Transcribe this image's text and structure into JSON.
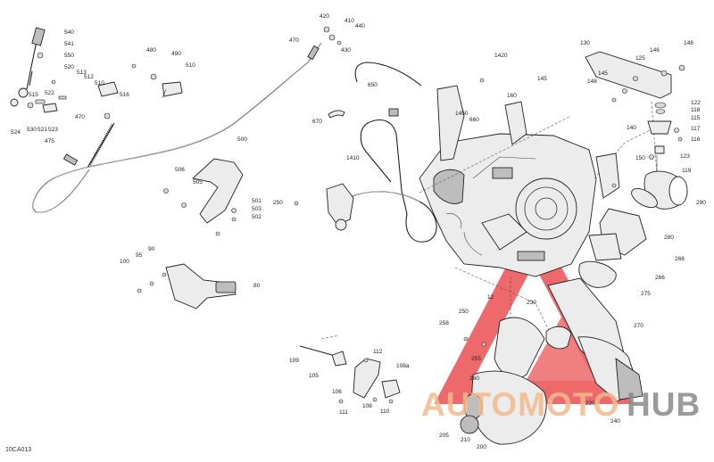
{
  "figure_code": "10CA013",
  "watermark": {
    "left": "AUTOMOTO",
    "right": "HUB",
    "left_color": "#f2ba8c",
    "right_color": "#8a8a8a",
    "logo_color": "#e8373a"
  },
  "callouts": [
    {
      "id": "c540",
      "text": "540"
    },
    {
      "id": "c541",
      "text": "541"
    },
    {
      "id": "c550",
      "text": "550"
    },
    {
      "id": "c520",
      "text": "520"
    },
    {
      "id": "c513",
      "text": "513"
    },
    {
      "id": "c512",
      "text": "512"
    },
    {
      "id": "c510a",
      "text": "510"
    },
    {
      "id": "c522",
      "text": "522"
    },
    {
      "id": "c515",
      "text": "515"
    },
    {
      "id": "c516",
      "text": "516"
    },
    {
      "id": "c470a",
      "text": "470"
    },
    {
      "id": "c524",
      "text": "524"
    },
    {
      "id": "c530",
      "text": "530"
    },
    {
      "id": "c521",
      "text": "521"
    },
    {
      "id": "c523",
      "text": "523"
    },
    {
      "id": "c475",
      "text": "475"
    },
    {
      "id": "c480",
      "text": "480"
    },
    {
      "id": "c490",
      "text": "490"
    },
    {
      "id": "c510b",
      "text": "510"
    },
    {
      "id": "c420",
      "text": "420"
    },
    {
      "id": "c410",
      "text": "410"
    },
    {
      "id": "c440",
      "text": "440"
    },
    {
      "id": "c470b",
      "text": "470"
    },
    {
      "id": "c430",
      "text": "430"
    },
    {
      "id": "c650",
      "text": "650"
    },
    {
      "id": "c1420",
      "text": "1420"
    },
    {
      "id": "c160",
      "text": "160"
    },
    {
      "id": "c145a",
      "text": "145"
    },
    {
      "id": "c1450",
      "text": "1450"
    },
    {
      "id": "c660",
      "text": "660"
    },
    {
      "id": "c670",
      "text": "670"
    },
    {
      "id": "c500",
      "text": "500"
    },
    {
      "id": "c506",
      "text": "506"
    },
    {
      "id": "c505",
      "text": "505"
    },
    {
      "id": "c501",
      "text": "501"
    },
    {
      "id": "c503",
      "text": "503"
    },
    {
      "id": "c502",
      "text": "502"
    },
    {
      "id": "c1410",
      "text": "1410"
    },
    {
      "id": "c250a",
      "text": "250"
    },
    {
      "id": "c130",
      "text": "130"
    },
    {
      "id": "c148a",
      "text": "148"
    },
    {
      "id": "c146",
      "text": "146"
    },
    {
      "id": "c125",
      "text": "125"
    },
    {
      "id": "c148b",
      "text": "148"
    },
    {
      "id": "c145b",
      "text": "145"
    },
    {
      "id": "c122",
      "text": "122"
    },
    {
      "id": "c118",
      "text": "118"
    },
    {
      "id": "c115",
      "text": "115"
    },
    {
      "id": "c117",
      "text": "117"
    },
    {
      "id": "c116",
      "text": "116"
    },
    {
      "id": "c140",
      "text": "140"
    },
    {
      "id": "c123",
      "text": "123"
    },
    {
      "id": "c150",
      "text": "150"
    },
    {
      "id": "c119",
      "text": "119"
    },
    {
      "id": "c290",
      "text": "290"
    },
    {
      "id": "c280",
      "text": "280"
    },
    {
      "id": "c268",
      "text": "268"
    },
    {
      "id": "c266",
      "text": "266"
    },
    {
      "id": "c275",
      "text": "275"
    },
    {
      "id": "c270",
      "text": "270"
    },
    {
      "id": "c12",
      "text": "12"
    },
    {
      "id": "c100",
      "text": "100"
    },
    {
      "id": "c95",
      "text": "95"
    },
    {
      "id": "c90",
      "text": "90"
    },
    {
      "id": "c80",
      "text": "80"
    },
    {
      "id": "c250b",
      "text": "250"
    },
    {
      "id": "c258",
      "text": "258"
    },
    {
      "id": "c230",
      "text": "230"
    },
    {
      "id": "c255",
      "text": "255"
    },
    {
      "id": "c260",
      "text": "260"
    },
    {
      "id": "c220",
      "text": "220"
    },
    {
      "id": "c240",
      "text": "240"
    },
    {
      "id": "c205",
      "text": "205"
    },
    {
      "id": "c210",
      "text": "210"
    },
    {
      "id": "c200",
      "text": "200"
    },
    {
      "id": "c109",
      "text": "109"
    },
    {
      "id": "c112",
      "text": "112"
    },
    {
      "id": "c105",
      "text": "105"
    },
    {
      "id": "c108a",
      "text": "108a"
    },
    {
      "id": "c106",
      "text": "106"
    },
    {
      "id": "c111",
      "text": "111"
    },
    {
      "id": "c108b",
      "text": "108"
    },
    {
      "id": "c110",
      "text": "110"
    }
  ]
}
